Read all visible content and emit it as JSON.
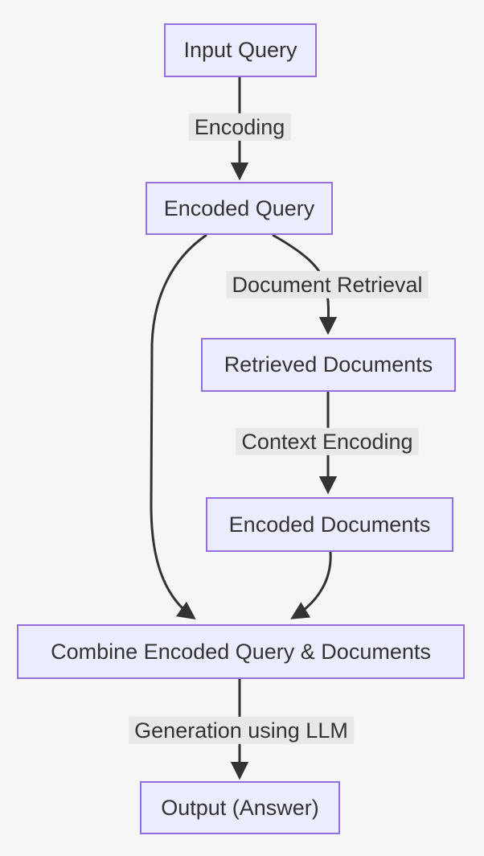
{
  "diagram": {
    "type": "flowchart-top-down",
    "colors": {
      "background": "#f6f6f6",
      "node_fill": "#ececff",
      "node_border": "#9370db",
      "edge": "#333333",
      "text": "#333333",
      "edge_label_background": "#e8e8e8"
    },
    "nodes": {
      "input_query": {
        "label": "Input Query"
      },
      "encoded_query": {
        "label": "Encoded Query"
      },
      "retrieved_documents": {
        "label": "Retrieved Documents"
      },
      "encoded_documents": {
        "label": "Encoded Documents"
      },
      "combine": {
        "label": "Combine Encoded Query & Documents"
      },
      "output": {
        "label": "Output (Answer)"
      }
    },
    "edge_labels": {
      "encoding": {
        "label": "Encoding"
      },
      "document_retrieval": {
        "label": "Document Retrieval"
      },
      "context_encoding": {
        "label": "Context Encoding"
      },
      "generation_using_llm": {
        "label": "Generation using LLM"
      }
    },
    "edges": [
      {
        "from": "input_query",
        "to": "encoded_query",
        "label": "Encoding"
      },
      {
        "from": "encoded_query",
        "to": "retrieved_documents",
        "label": "Document Retrieval"
      },
      {
        "from": "encoded_query",
        "to": "combine",
        "label": ""
      },
      {
        "from": "retrieved_documents",
        "to": "encoded_documents",
        "label": "Context Encoding"
      },
      {
        "from": "encoded_documents",
        "to": "combine",
        "label": ""
      },
      {
        "from": "combine",
        "to": "output",
        "label": "Generation using LLM"
      }
    ]
  }
}
